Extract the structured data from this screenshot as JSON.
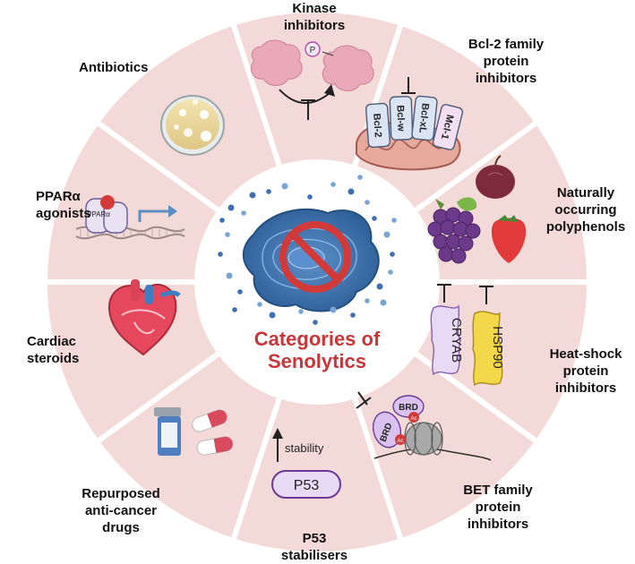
{
  "center": {
    "title_line1": "Categories of",
    "title_line2": "Senolytics"
  },
  "categories": {
    "kinase": {
      "line1": "Kinase",
      "line2": "inhibitors",
      "icon": "kinase-phosphorylation-icon",
      "badge": "P"
    },
    "bcl2": {
      "line1": "Bcl-2 family",
      "line2": "protein",
      "line3": "inhibitors",
      "icon": "mitochondria-icon",
      "proteins": [
        "Bcl-2",
        "Bcl-w",
        "Bcl-xL",
        "Mcl-1"
      ]
    },
    "polyphenols": {
      "line1": "Naturally",
      "line2": "occurring",
      "line3": "polyphenols",
      "icon": "fruit-icon"
    },
    "heatshock": {
      "line1": "Heat-shock",
      "line2": "protein",
      "line3": "inhibitors",
      "icon": "heat-shock-protein-icon",
      "proteins": [
        "CRYAB",
        "HSP90"
      ]
    },
    "bet": {
      "line1": "BET family",
      "line2": "protein",
      "line3": "inhibitors",
      "icon": "bromodomain-icon",
      "domain": "BRD",
      "mark": "Ac"
    },
    "p53": {
      "line1": "P53",
      "line2": "stabilisers",
      "icon": "p53-icon",
      "arrow_label": "stability",
      "protein": "P53"
    },
    "anticancer": {
      "line1": "Repurposed",
      "line2": "anti-cancer",
      "line3": "drugs",
      "icon": "pills-icon"
    },
    "cardiac": {
      "line1": "Cardiac",
      "line2": "steroids",
      "icon": "heart-icon"
    },
    "ppar": {
      "line1": "PPARα",
      "line2": "agonists",
      "icon": "ppar-receptor-icon",
      "receptor": "PPARα"
    },
    "antibiotics": {
      "line1": "Antibiotics",
      "icon": "petri-dish-icon"
    }
  },
  "colors": {
    "segment_fill": "#f4d9d9",
    "segment_border": "#ffffff",
    "title_red": "#c8363a",
    "cell_blue": "#3f79b8",
    "prohibition_red": "#d23a3a",
    "protein_purple": "#e8d9f5",
    "protein_yellow": "#f3d94a"
  }
}
